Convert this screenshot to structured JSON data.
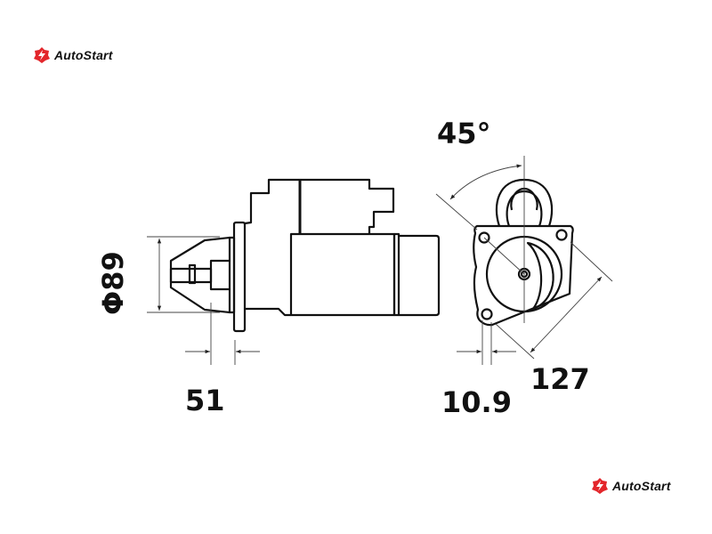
{
  "brand": {
    "name": "AutoStart",
    "accent": "#e3262b"
  },
  "dimensions": {
    "angle": "45°",
    "diameter": "Φ89",
    "flange_offset": "51",
    "hole_offset": "10.9",
    "flange_width": "127"
  }
}
